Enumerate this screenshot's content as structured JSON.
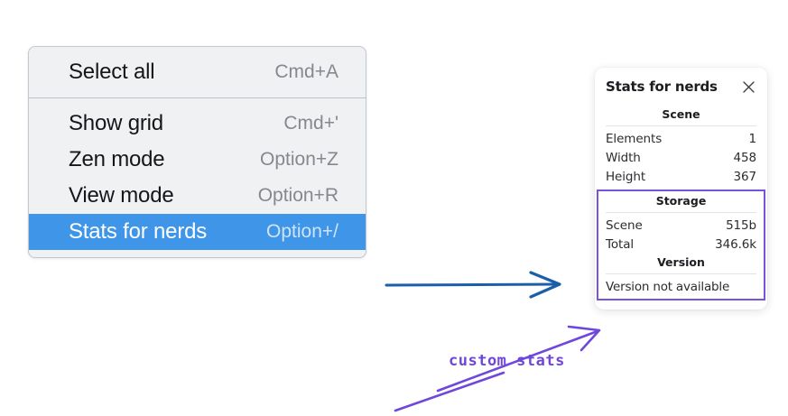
{
  "context_menu": {
    "groups": [
      {
        "items": [
          {
            "label": "Select all",
            "shortcut": "Cmd+A",
            "selected": false
          }
        ]
      },
      {
        "items": [
          {
            "label": "Show grid",
            "shortcut": "Cmd+'",
            "selected": false
          },
          {
            "label": "Zen mode",
            "shortcut": "Option+Z",
            "selected": false
          },
          {
            "label": "View mode",
            "shortcut": "Option+R",
            "selected": false
          },
          {
            "label": "Stats for nerds",
            "shortcut": "Option+/",
            "selected": true
          }
        ]
      }
    ],
    "highlight_color": "#3f95e8",
    "background_color": "#f0f1f3"
  },
  "stats_panel": {
    "title": "Stats for nerds",
    "close_icon": "close-icon",
    "sections": [
      {
        "title": "Scene",
        "rows": [
          {
            "key": "Elements",
            "value": "1"
          },
          {
            "key": "Width",
            "value": "458"
          },
          {
            "key": "Height",
            "value": "367"
          }
        ]
      },
      {
        "title": "Storage",
        "rows": [
          {
            "key": "Scene",
            "value": "515b"
          },
          {
            "key": "Total",
            "value": "346.6k"
          }
        ]
      },
      {
        "title": "Version",
        "text": "Version not available"
      }
    ],
    "highlight_border_color": "#7a53dd"
  },
  "annotations": {
    "blue_arrow": {
      "name": "blue-arrow",
      "color": "#1b5fa8"
    },
    "purple_note": {
      "text": "custom stats",
      "color": "#6f47db"
    }
  }
}
